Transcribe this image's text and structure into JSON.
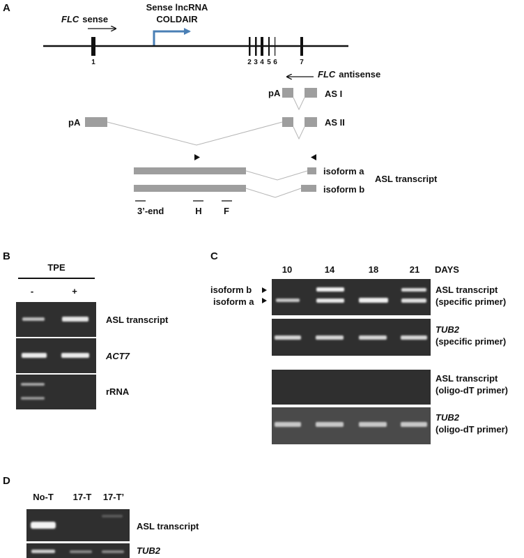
{
  "panel_a": {
    "panel_label": "A",
    "flc_sense": {
      "gene": "FLC",
      "word": "sense"
    },
    "lncrna_label": {
      "line1": "Sense lncRNA",
      "line2": "COLDAIR"
    },
    "exon_numbers": [
      "1",
      "2",
      "3",
      "4",
      "5",
      "6",
      "7"
    ],
    "flc_antisense": {
      "gene": "FLC",
      "word": "antisense"
    },
    "pA_label": "pA",
    "as1_label": "AS  I",
    "as2_label": "AS  II",
    "isoform_a": "isoform a",
    "isoform_b": "isoform b",
    "asl_transcript": "ASL transcript",
    "probes": [
      "3’-end",
      "H",
      "F"
    ],
    "colors": {
      "arrow_blue": "#4a7fb5",
      "exon_gray": "#9e9e9e"
    }
  },
  "panel_b": {
    "panel_label": "B",
    "header": "TPE",
    "conditions": [
      "-",
      "+"
    ],
    "rows": [
      {
        "label": "ASL transcript",
        "italic": false
      },
      {
        "label": "ACT7",
        "italic": true
      },
      {
        "label": "rRNA",
        "italic": false
      }
    ]
  },
  "panel_c": {
    "panel_label": "C",
    "days": [
      "10",
      "14",
      "18",
      "21"
    ],
    "days_label": "DAYS",
    "isoform_b": "isoform b",
    "isoform_a": "isoform a",
    "rows": [
      {
        "line1": "ASL transcript",
        "line2": "(specific primer)",
        "italic": false
      },
      {
        "line1": "TUB2",
        "line2": "(specific primer)",
        "italic": true
      },
      {
        "line1": "ASL transcript",
        "line2": "(oligo-dT primer)",
        "italic": false
      },
      {
        "line1": "TUB2",
        "line2": "(oligo-dT primer)",
        "italic": true
      }
    ]
  },
  "panel_d": {
    "panel_label": "D",
    "lanes": [
      "No-T",
      "17-T",
      "17-T’"
    ],
    "rows": [
      {
        "label": "ASL transcript",
        "italic": false
      },
      {
        "label": "TUB2",
        "italic": true
      }
    ]
  }
}
